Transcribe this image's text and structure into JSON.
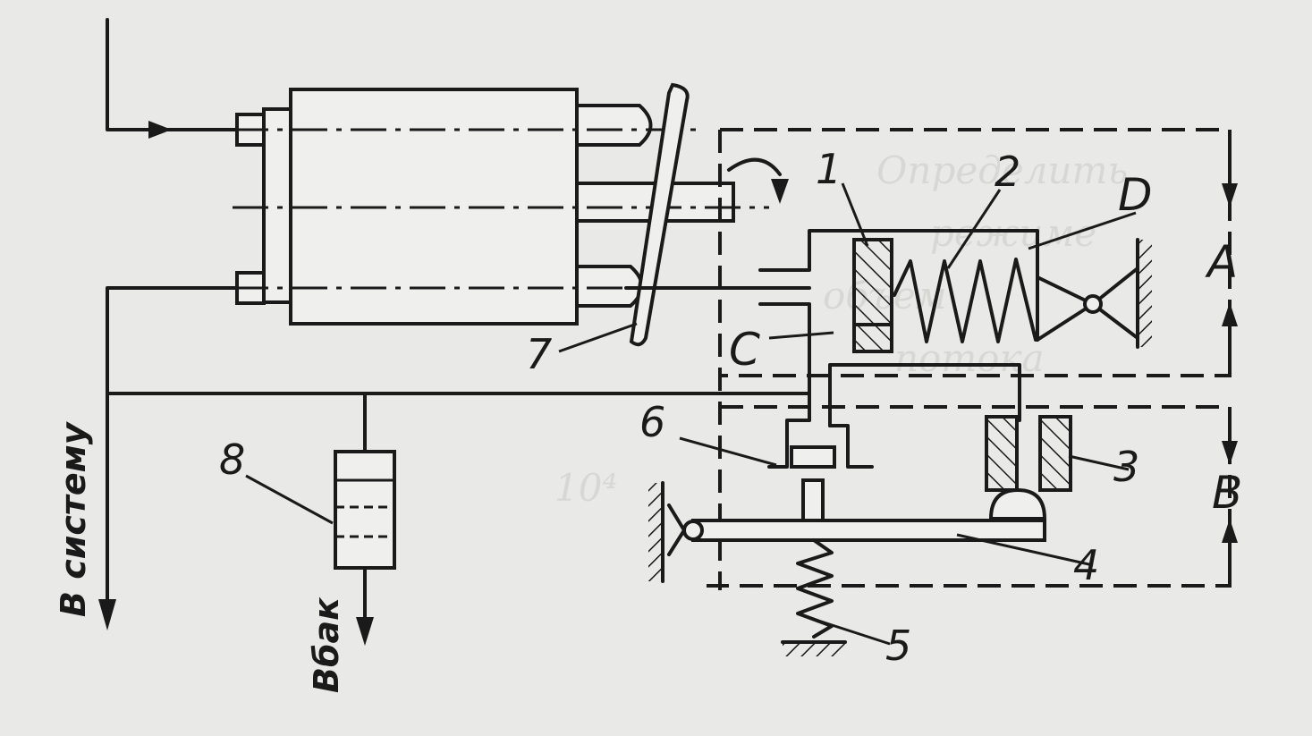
{
  "labels": {
    "n1": "1",
    "n2": "2",
    "n3": "3",
    "n4": "4",
    "n5": "5",
    "n6": "6",
    "n7": "7",
    "n8": "8",
    "A": "A",
    "B": "B",
    "C": "C",
    "D": "D",
    "to_system": "В систему",
    "to_tank": "Вбак"
  }
}
